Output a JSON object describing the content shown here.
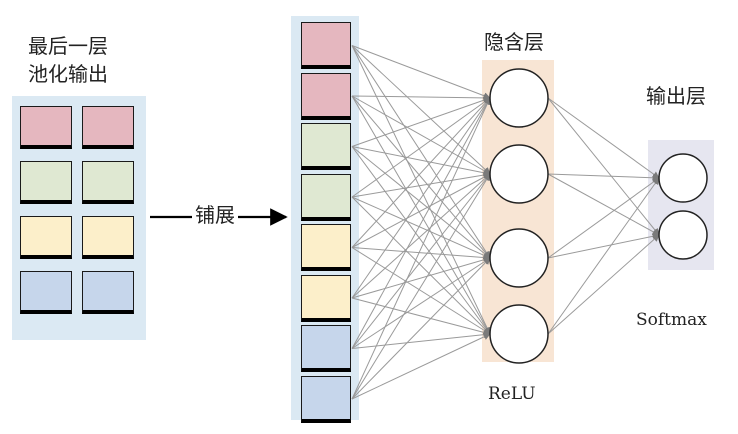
{
  "labels": {
    "pool_line1": "最后一层",
    "pool_line2": "池化输出",
    "flatten": "铺展",
    "hidden_layer": "隐含层",
    "output_layer": "输出层",
    "softmax": "Softmax",
    "relu": "ReLU"
  },
  "colors": {
    "red": "#e5b7bf",
    "green": "#dfe8d2",
    "yellow": "#fcefca",
    "blue": "#c6d6eb",
    "pool_panel": "#dbe9f3",
    "hidden_panel": "#f8e5d4",
    "output_panel": "#e6e6f0"
  },
  "pool_grid": {
    "rows": [
      "red",
      "green",
      "yellow",
      "blue"
    ],
    "cols": 2
  },
  "flattened_column": [
    "red",
    "red",
    "green",
    "green",
    "yellow",
    "yellow",
    "blue",
    "blue"
  ],
  "hidden_nodes": 4,
  "output_nodes": 2
}
